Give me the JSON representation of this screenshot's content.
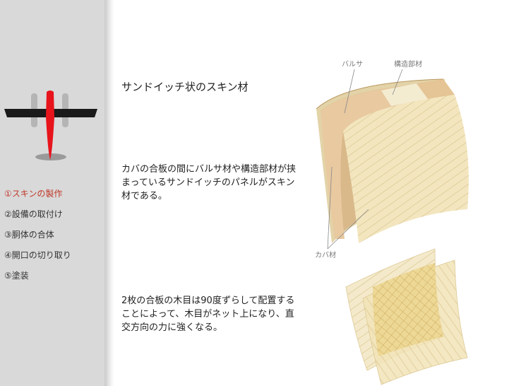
{
  "sidebar": {
    "logo_icon": "aircraft-icon",
    "items": [
      {
        "label": "①スキンの製作",
        "active": true
      },
      {
        "label": "②設備の取付け",
        "active": false
      },
      {
        "label": "③胴体の合体",
        "active": false
      },
      {
        "label": "④開口の切り取り",
        "active": false
      },
      {
        "label": "⑤塗装",
        "active": false
      }
    ]
  },
  "main": {
    "title": "サンドイッチ状のスキン材",
    "paragraph1": "カバの合板の間にバルサ材や構造部材が挟まっているサンドイッチのパネルがスキン材である。",
    "paragraph2": "2枚の合板の木目は90度ずらして配置することによって、木目がネット上になり、直交方向の力に強くなる。"
  },
  "figure": {
    "labels": {
      "balsa": "バルサ",
      "structural": "構造部材",
      "birch": "カバ材"
    }
  },
  "colors": {
    "accent_red": "#c0392b",
    "wood": "#f3e6bf",
    "balsa": "#e8c9a0",
    "sidebar_bg": "#d9d9d9"
  }
}
